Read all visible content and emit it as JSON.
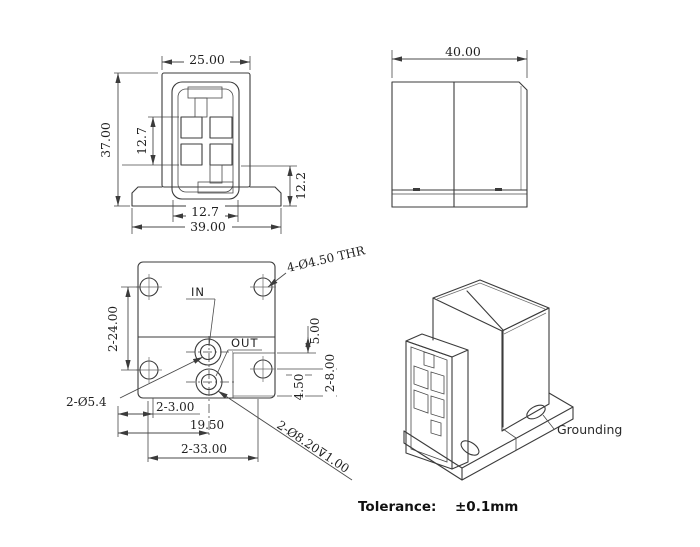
{
  "colors": {
    "line": "#3b3b3b",
    "text": "#1f1f1f",
    "background": "#ffffff"
  },
  "front_view": {
    "dim_top_width": "25.00",
    "dim_height": "37.00",
    "dim_inner_height": "12.7",
    "dim_step_height": "12.2",
    "dim_inner_width": "12.7",
    "dim_base_width": "39.00"
  },
  "side_view": {
    "dim_width": "40.00"
  },
  "bottom_view": {
    "dim_hole_span_v": "2-24.00",
    "label_in": "IN",
    "label_out": "OUT",
    "label_small_holes": "2-Ø5.4",
    "label_corner_holes": "4-Ø4.50 THR",
    "dim_offset_3": "2-3.00",
    "dim_offset_19_5": "19.50",
    "dim_hole_span_h": "2-33.00",
    "dim_5": "5.00",
    "dim_8": "2-8.00",
    "dim_4_5": "4.50",
    "label_counterbore": "2-Ø8.20⊽1.00"
  },
  "iso_view": {
    "label_grounding": "Grounding"
  },
  "footer": {
    "label": "Tolerance:",
    "value": "±0.1mm"
  }
}
